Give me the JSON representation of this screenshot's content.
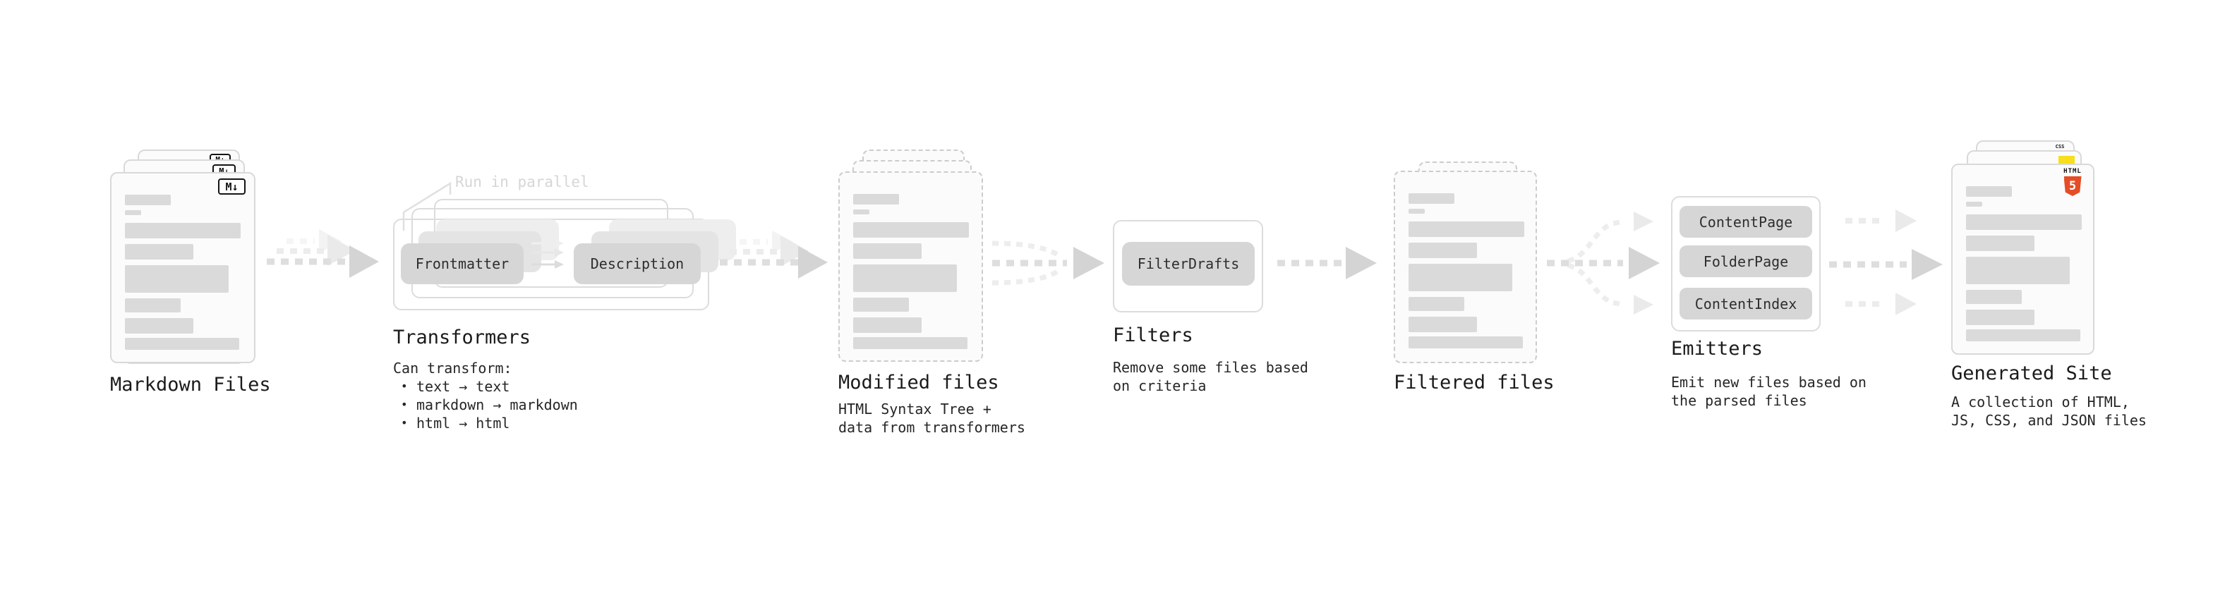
{
  "diagram": {
    "markdown_files": {
      "label": "Markdown Files",
      "badge": "M↓"
    },
    "transformers": {
      "label": "Transformers",
      "note": "Run in parallel",
      "input_chip": "Frontmatter",
      "output_chip": "Description",
      "desc_heading": "Can transform:",
      "bullet": "•",
      "transforms": [
        "text → text",
        "markdown → markdown",
        "html → html"
      ]
    },
    "modified_files": {
      "label": "Modified files",
      "desc": [
        "HTML Syntax Tree +",
        "data from transformers"
      ]
    },
    "filters": {
      "label": "Filters",
      "chip": "FilterDrafts",
      "desc": [
        "Remove some files based",
        "on criteria"
      ]
    },
    "filtered_files": {
      "label": "Filtered files"
    },
    "emitters": {
      "label": "Emitters",
      "chips": [
        "ContentPage",
        "FolderPage",
        "ContentIndex"
      ],
      "desc": [
        "Emit new files based on",
        "the parsed files"
      ]
    },
    "generated_site": {
      "label": "Generated Site",
      "desc": [
        "A collection of HTML,",
        "JS, CSS, and JSON files"
      ],
      "css_badge": "CSS",
      "html_badge_label": "HTML",
      "html_badge_number": "5"
    }
  },
  "colors": {
    "html5_orange": "#e44d26",
    "js_yellow": "#f7df1e",
    "css_blue": "#2062af",
    "chip_gray": "#d6d6d6",
    "outline_gray": "#dcdcdc",
    "text_dark": "#1b1b1b",
    "note_gray": "#d6d6d6"
  }
}
